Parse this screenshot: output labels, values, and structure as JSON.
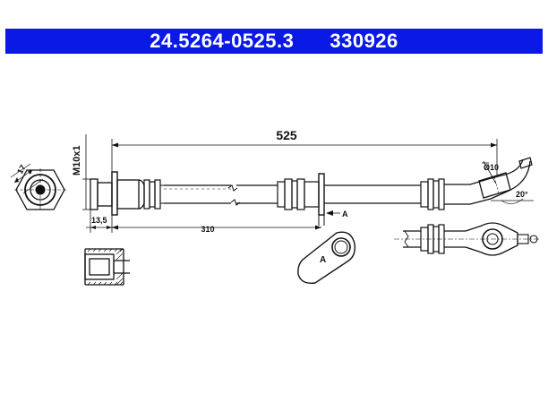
{
  "header": {
    "part_number": "24.5264-0525.3",
    "ref_number": "330926",
    "bg_color": "#0a19e6"
  },
  "dimensions": {
    "total_length": "525",
    "mount_position": "310",
    "thread": "M10x1",
    "hex_size": "17",
    "fitting_length": "13,5",
    "bore_diameter": "Ø10",
    "angle": "20°"
  },
  "labels": {
    "view_marker": "A",
    "bracket_marker": "A"
  }
}
